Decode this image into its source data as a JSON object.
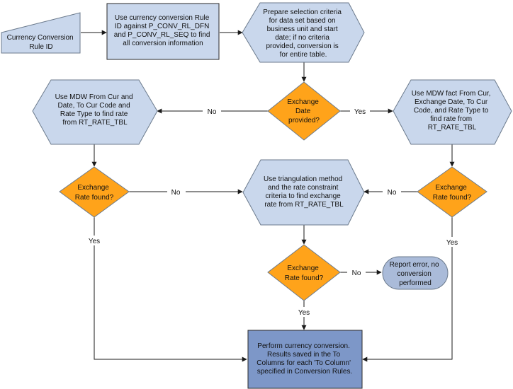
{
  "nodes": {
    "manual_input": {
      "lines": [
        "Currency Conversion",
        "Rule ID"
      ]
    },
    "process_find_info": {
      "lines": [
        "Use currency conversion Rule",
        "ID against P_CONV_RL_DFN",
        "and P_CONV_RL_SEQ to find",
        "all conversion information"
      ]
    },
    "prepare_criteria": {
      "lines": [
        "Prepare selection criteria",
        "for data set based on",
        "business unit and start",
        "date; if no criteria",
        "provided, conversion is",
        "for entire table."
      ]
    },
    "decision_date": {
      "lines": [
        "Exchange",
        "Date",
        "provided?"
      ]
    },
    "left_hex": {
      "lines": [
        "Use MDW From Cur and",
        "Date, To Cur Code and",
        "Rate Type to find rate",
        "from RT_RATE_TBL"
      ]
    },
    "right_hex": {
      "lines": [
        "Use MDW fact From Cur,",
        "Exchange Date, To Cur",
        "Code, and Rate Type to",
        "find rate from",
        "RT_RATE_TBL"
      ]
    },
    "decision_left": {
      "lines": [
        "Exchange",
        "Rate found?"
      ]
    },
    "triangulation": {
      "lines": [
        "Use triangulation method",
        "and the rate constraint",
        "criteria to find exchange",
        "rate from RT_RATE_TBL"
      ]
    },
    "decision_right": {
      "lines": [
        "Exchange",
        "Rate found?"
      ]
    },
    "decision_mid": {
      "lines": [
        "Exchange",
        "Rate found?"
      ]
    },
    "report_error": {
      "lines": [
        "Report error, no",
        "conversion",
        "performed"
      ]
    },
    "perform_conversion": {
      "lines": [
        "Perform currency conversion.",
        "Results saved in the To",
        "Columns for each 'To Column'",
        "specified in Conversion Rules."
      ]
    }
  },
  "edge_labels": {
    "date_no": "No",
    "date_yes": "Yes",
    "left_no": "No",
    "left_yes": "Yes",
    "right_no": "No",
    "right_yes": "Yes",
    "mid_no": "No",
    "mid_yes": "Yes"
  },
  "colors": {
    "process_fill": "#c9d7ec",
    "process_dark_fill": "#7d97c8",
    "decision_fill": "#ffa31a",
    "terminator_fill": "#aabbd9"
  }
}
